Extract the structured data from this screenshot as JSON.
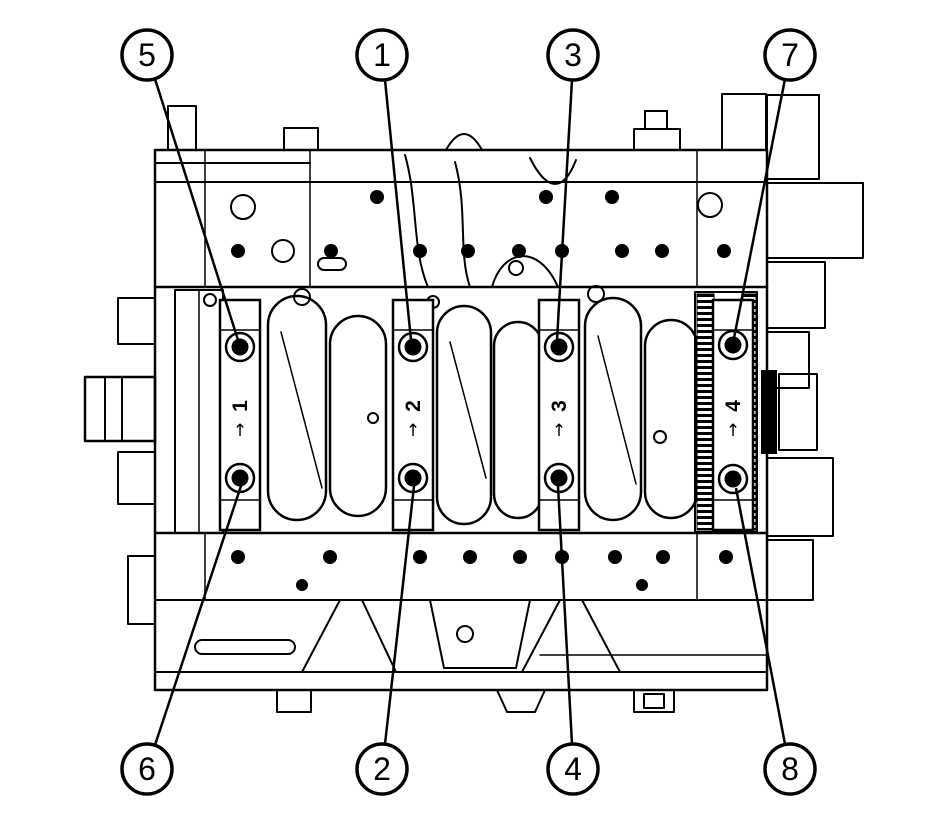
{
  "diagram": {
    "callouts": [
      {
        "number": "5",
        "row": "top"
      },
      {
        "number": "1",
        "row": "top"
      },
      {
        "number": "3",
        "row": "top"
      },
      {
        "number": "7",
        "row": "top"
      },
      {
        "number": "6",
        "row": "bottom"
      },
      {
        "number": "2",
        "row": "bottom"
      },
      {
        "number": "4",
        "row": "bottom"
      },
      {
        "number": "8",
        "row": "bottom"
      }
    ],
    "caps": [
      {
        "digit": "1",
        "arrow": "↑"
      },
      {
        "digit": "2",
        "arrow": "↑"
      },
      {
        "digit": "3",
        "arrow": "↑"
      },
      {
        "digit": "4",
        "arrow": "↑"
      }
    ],
    "colors": {
      "ink": "#000000",
      "paper": "#ffffff"
    }
  }
}
